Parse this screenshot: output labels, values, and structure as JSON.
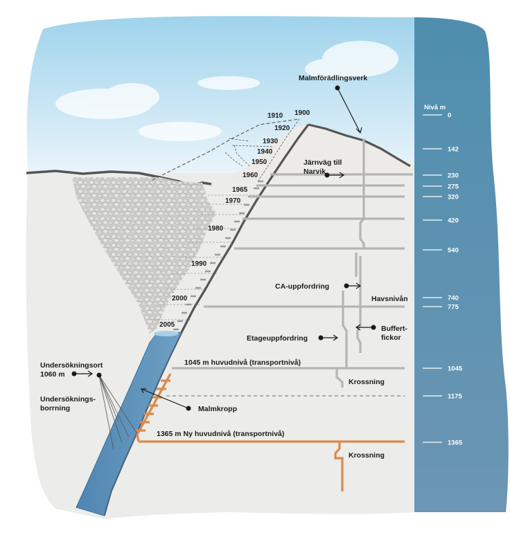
{
  "level_scale": {
    "header": "Nivå m",
    "levels": [
      "0",
      "142",
      "230",
      "275",
      "320",
      "420",
      "540",
      "740",
      "775",
      "1045",
      "1175",
      "1365"
    ]
  },
  "labels": {
    "processing_plant": "Malmförädlingsverk",
    "railway_line1": "Järnväg till",
    "railway_line2": "Narvik",
    "ca_hoist": "CA-uppfordring",
    "sea_level": "Havsnivån",
    "buffer_line1": "Buffert-",
    "buffer_line2": "fickor",
    "level_hoist": "Etageuppfordring",
    "main_level_1045": "1045 m huvudnivå (transportnivå)",
    "crushing_1": "Krossning",
    "exploration_drift_line1": "Undersökningsort",
    "exploration_drift_line2": "1060 m",
    "exploration_drill_line1": "Undersöknings-",
    "exploration_drill_line2": "borrning",
    "ore_body": "Malmkropp",
    "main_level_1365": "1365 m Ny huvudnivå (transportnivå)",
    "crushing_2": "Krossning"
  },
  "years": [
    "1900",
    "1910",
    "1920",
    "1930",
    "1940",
    "1950",
    "1960",
    "1965",
    "1970",
    "1980",
    "1990",
    "2000",
    "2005"
  ],
  "colors": {
    "sky": "#a9d6ec",
    "ore": "#5b8fb8",
    "scale_bar": "#5d8fae",
    "gallery": "#b4b4b4",
    "new_level": "#d98a4e",
    "rock": "#ececea"
  }
}
